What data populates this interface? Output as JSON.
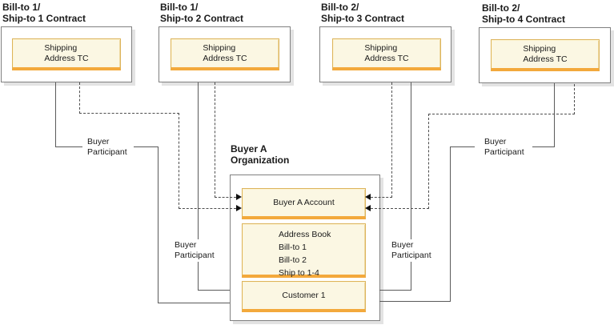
{
  "diagram": {
    "contracts": [
      {
        "title1": "Bill-to 1/",
        "title2": "Ship-to 1 Contract",
        "tc1": "Shipping",
        "tc2": "Address TC"
      },
      {
        "title1": "Bill-to 1/",
        "title2": "Ship-to 2 Contract",
        "tc1": "Shipping",
        "tc2": "Address TC"
      },
      {
        "title1": "Bill-to 2/",
        "title2": "Ship-to 3 Contract",
        "tc1": "Shipping",
        "tc2": "Address TC"
      },
      {
        "title1": "Bill-to 2/",
        "title2": "Ship-to 4 Contract",
        "tc1": "Shipping",
        "tc2": "Address TC"
      }
    ],
    "organization": {
      "title1": "Buyer A",
      "title2": "Organization",
      "account": "Buyer A Account",
      "address_book": [
        "Address Book",
        "Bill-to 1",
        "Bill-to 2",
        "Ship to 1-4"
      ],
      "customer": "Customer 1"
    },
    "participant_labels": [
      {
        "line1": "Buyer",
        "line2": "Participant"
      },
      {
        "line1": "Buyer",
        "line2": "Participant"
      },
      {
        "line1": "Buyer",
        "line2": "Participant"
      },
      {
        "line1": "Buyer",
        "line2": "Participant"
      }
    ],
    "colors": {
      "tc_fill": "#fbf7e3",
      "tc_border": "#dcb45c",
      "tc_bottom_bar": "#f3a93c",
      "box_border": "#808080",
      "connector_line": "#5a5a5a",
      "arrow": "#111111",
      "shadow": "#e3e3e3"
    }
  }
}
